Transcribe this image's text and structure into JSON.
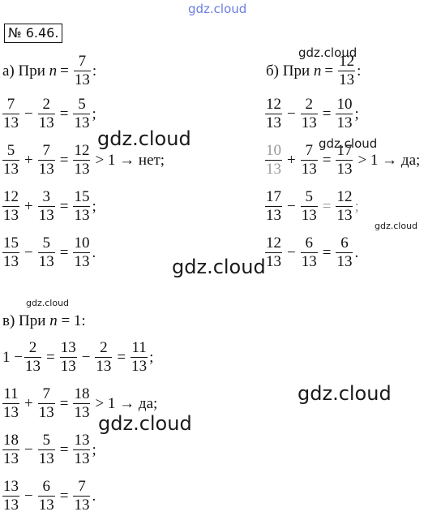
{
  "watermarks": {
    "top": "gdz.cloud",
    "items": [
      "gdz.cloud",
      "gdz.cloud",
      "gdz.cloud",
      "gdz.cloud",
      "gdz.cloud",
      "gdz.cloud",
      "gdz.cloud",
      "gdz.cloud"
    ]
  },
  "task": {
    "number": "№ 6.46."
  },
  "part_a": {
    "label": "а) При",
    "var": "n",
    "eq": "=",
    "n_num": "7",
    "n_den": "13",
    "colon": ":",
    "rows": [
      {
        "a": "7",
        "op": "−",
        "b": "2",
        "res": "5",
        "tail": ";"
      },
      {
        "a": "5",
        "op": "+",
        "b": "7",
        "res": "12",
        "tail": "> 1 → нет;"
      },
      {
        "a": "12",
        "op": "+",
        "b": "3",
        "res": "15",
        "tail": ";"
      },
      {
        "a": "15",
        "op": "−",
        "b": "5",
        "res": "10",
        "tail": "."
      }
    ],
    "den": "13"
  },
  "part_b": {
    "label": "б) При",
    "var": "n",
    "eq": "=",
    "n_num": "12",
    "n_den": "13",
    "colon": ":",
    "rows": [
      {
        "a": "12",
        "op": "−",
        "b": "2",
        "res": "10",
        "tail": ";"
      },
      {
        "a": "10",
        "op": "+",
        "b": "7",
        "res": "17",
        "tail": "> 1 → да;"
      },
      {
        "a": "17",
        "op": "−",
        "b": "5",
        "res": "12",
        "tail": ";"
      },
      {
        "a": "12",
        "op": "−",
        "b": "6",
        "res": "6",
        "tail": "."
      }
    ],
    "den": "13"
  },
  "part_v": {
    "label": "в) При",
    "var": "n",
    "eq_one": "= 1:",
    "first_row": {
      "lead": "1 −",
      "b": "2",
      "mid_a": "13",
      "mid_b": "2",
      "res": "11",
      "tail": ";"
    },
    "rows": [
      {
        "a": "11",
        "op": "+",
        "b": "7",
        "res": "18",
        "tail": "> 1 → да;"
      },
      {
        "a": "18",
        "op": "−",
        "b": "5",
        "res": "13",
        "tail": ";"
      },
      {
        "a": "13",
        "op": "−",
        "b": "6",
        "res": "7",
        "tail": "."
      }
    ],
    "den": "13"
  }
}
